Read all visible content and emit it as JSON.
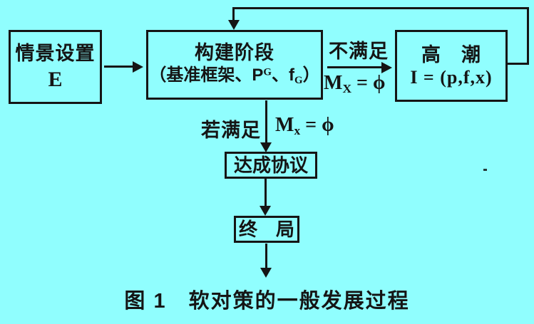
{
  "colors": {
    "background": "#90FEFE",
    "ink": "#151515"
  },
  "figure": {
    "type": "flowchart",
    "caption": "图 1　软对策的一般发展过程"
  },
  "boxes": {
    "scenario": {
      "title": "情景设置",
      "symbol": "E"
    },
    "build": {
      "title": "构建阶段",
      "detail": {
        "p1": "（基准框架、P",
        "sup": "G",
        "p2": "、f",
        "sub": "G",
        "p3": "）"
      }
    },
    "climax": {
      "title": "高　潮",
      "formula": "I = (p,f,x)"
    },
    "agreement": {
      "title": "达成协议"
    },
    "ending": {
      "title": "终　局"
    }
  },
  "edge_labels": {
    "unsatisfied": {
      "text": "不满足",
      "formula": {
        "base": "M",
        "sub": "X",
        "rest": " = ϕ"
      }
    },
    "satisfied": {
      "text": "若满足",
      "formula": {
        "base": "M",
        "sub": "x",
        "rest": " = ϕ"
      }
    }
  }
}
